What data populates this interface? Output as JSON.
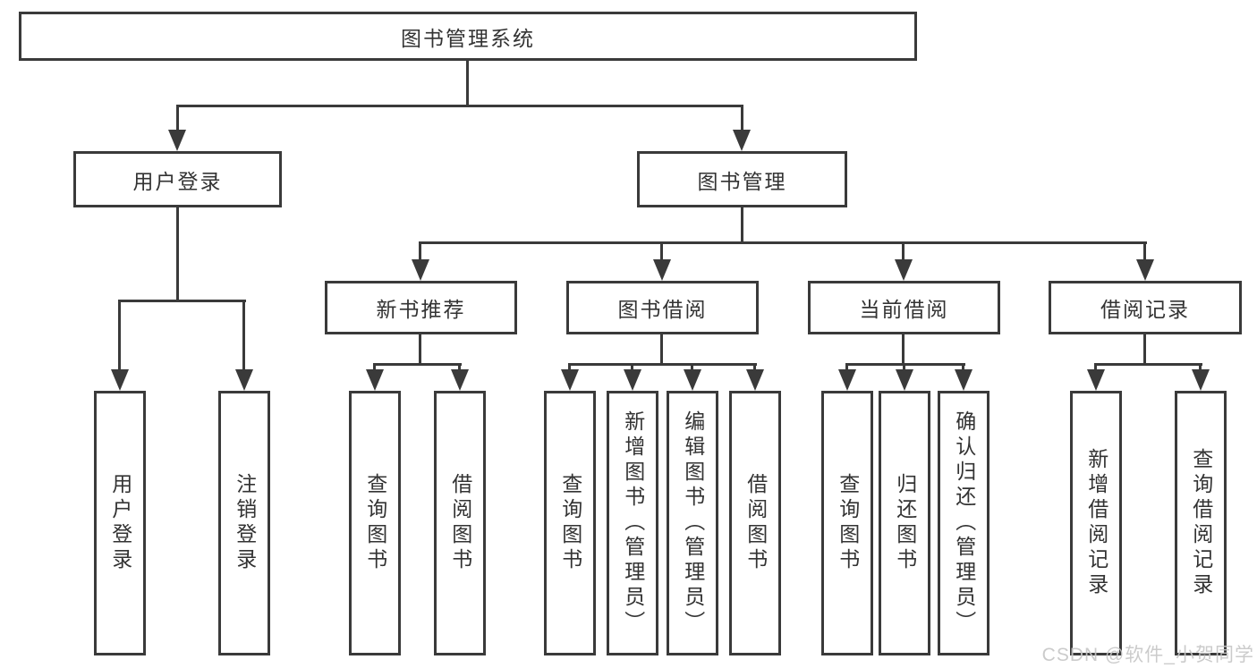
{
  "nodes": {
    "root": "图书管理系统",
    "user_login": "用户登录",
    "book_mgmt": "图书管理",
    "new_book": "新书推荐",
    "book_borrow": "图书借阅",
    "current_borrow": "当前借阅",
    "borrow_record": "借阅记录"
  },
  "leaves": {
    "user_login": [
      "用户登录",
      "注销登录"
    ],
    "new_book": [
      "查询图书",
      "借阅图书"
    ],
    "book_borrow": [
      "查询图书",
      "新增图书（管理员）",
      "编辑图书（管理员）",
      "借阅图书"
    ],
    "current_borrow": [
      "查询图书",
      "归还图书",
      "确认归还（管理员）"
    ],
    "borrow_record": [
      "新增借阅记录",
      "查询借阅记录"
    ]
  },
  "watermark": "CSDN @软件_小贺同学",
  "colors": {
    "line": "#3a3a3a",
    "text": "#333333",
    "watermark": "#c6c6c6",
    "background": "#ffffff"
  }
}
